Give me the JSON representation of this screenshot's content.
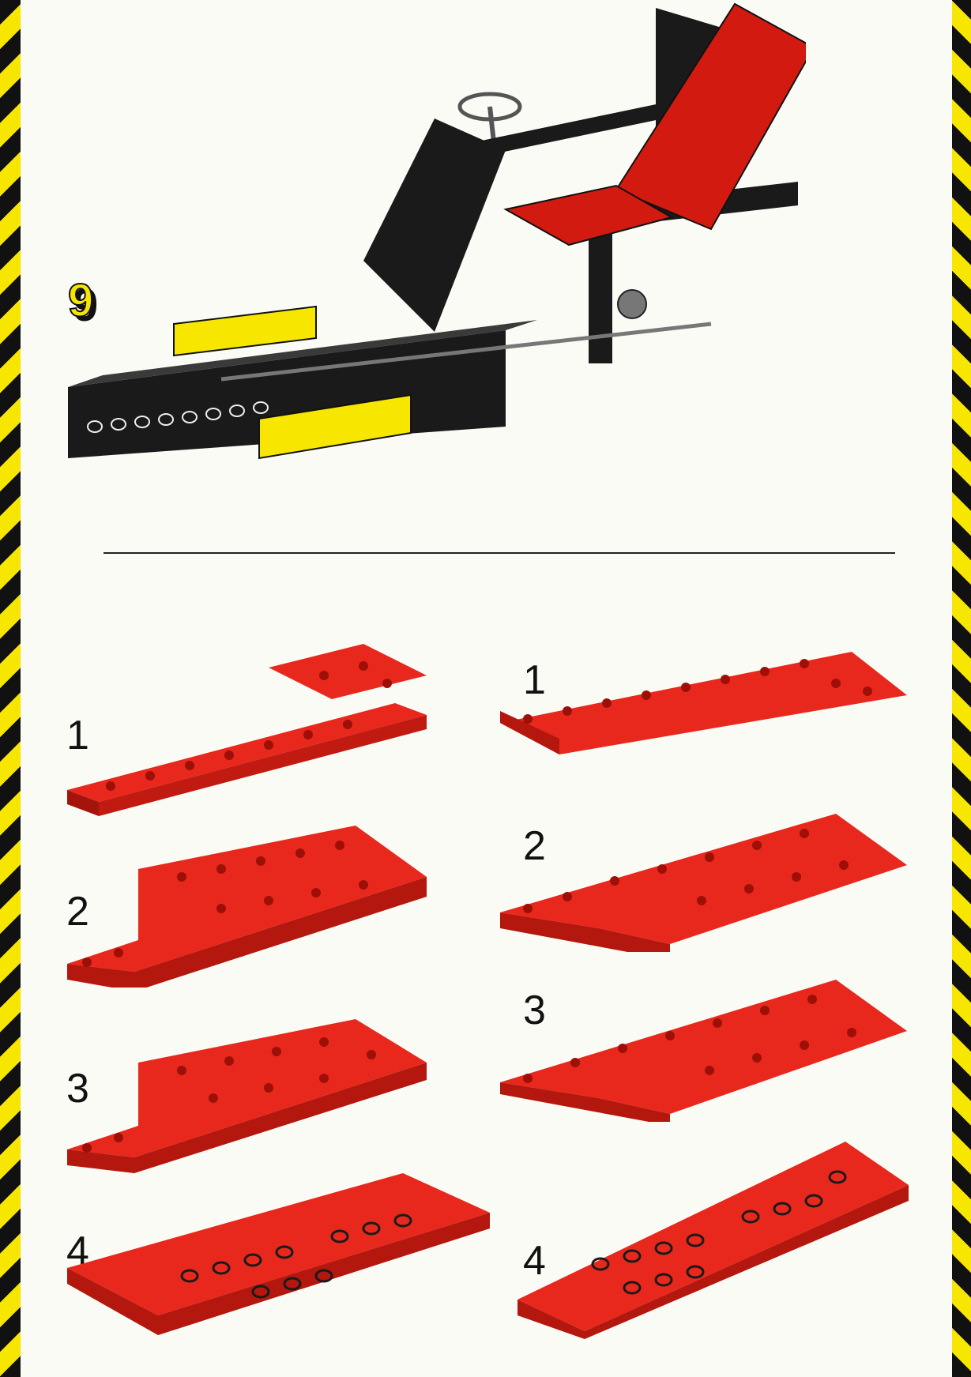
{
  "step": {
    "number": "9"
  },
  "colors": {
    "red": "#d21a10",
    "black": "#1a1a1a",
    "yellow": "#f6e600",
    "stud_dark": "#7a0a06"
  },
  "icons": {
    "model": "lego-technic-frame-with-seat-icon",
    "plate": "red-plate-stack-icon"
  },
  "left_column": {
    "labels": [
      "1",
      "2",
      "3",
      "4"
    ]
  },
  "right_column": {
    "labels": [
      "1",
      "2",
      "3",
      "4"
    ]
  }
}
